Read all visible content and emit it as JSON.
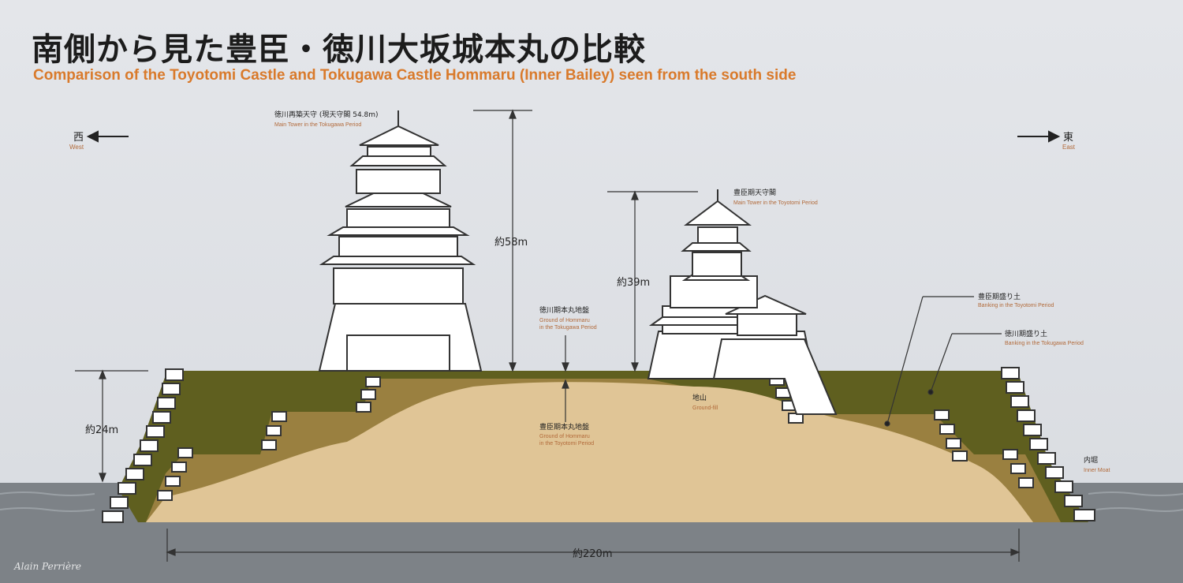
{
  "title_jp": "南側から見た豊臣・徳川大坂城本丸の比較",
  "title_en": "Comparison of the Toyotomi Castle and Tokugawa Castle Hommaru (Inner Bailey) seen from the south side",
  "compass": {
    "west_jp": "西",
    "west_en": "West",
    "east_jp": "東",
    "east_en": "East"
  },
  "labels": {
    "tokugawa_tower_jp": "徳川再築天守 (現天守閣 54.8m)",
    "tokugawa_tower_en": "Main Tower in the Tokugawa Period",
    "toyotomi_tower_jp": "豊臣期天守閣",
    "toyotomi_tower_en": "Main Tower in the Toyotomi Period",
    "tokugawa_ground_jp": "徳川期本丸地盤",
    "tokugawa_ground_en1": "Ground of Hommaru",
    "tokugawa_ground_en2": "in the Tokugawa Period",
    "toyotomi_ground_jp": "豊臣期本丸地盤",
    "toyotomi_ground_en1": "Ground of Hommaru",
    "toyotomi_ground_en2": "in the Toyotomi Period",
    "groundfill_jp": "地山",
    "groundfill_en": "Ground-fill",
    "toyotomi_bank_jp": "豊臣期盛り土",
    "toyotomi_bank_en": "Banking in the Toyotomi Period",
    "tokugawa_bank_jp": "徳川期盛り土",
    "tokugawa_bank_en": "Banking in the Tokugawa Period",
    "moat_jp": "内堀",
    "moat_en": "Inner Moat"
  },
  "dimensions": {
    "tokugawa_height": "約58m",
    "toyotomi_height": "約39m",
    "wall_height": "約24m",
    "width": "約220m"
  },
  "watermark": "Alain Perrière",
  "colors": {
    "title_en": "#d97a2b",
    "tokugawa_bank": "#5f5f1f",
    "toyotomi_bank": "#9a8040",
    "groundfill": "#e0c596",
    "water": "#7d8287",
    "label_en": "#b26a3a"
  }
}
